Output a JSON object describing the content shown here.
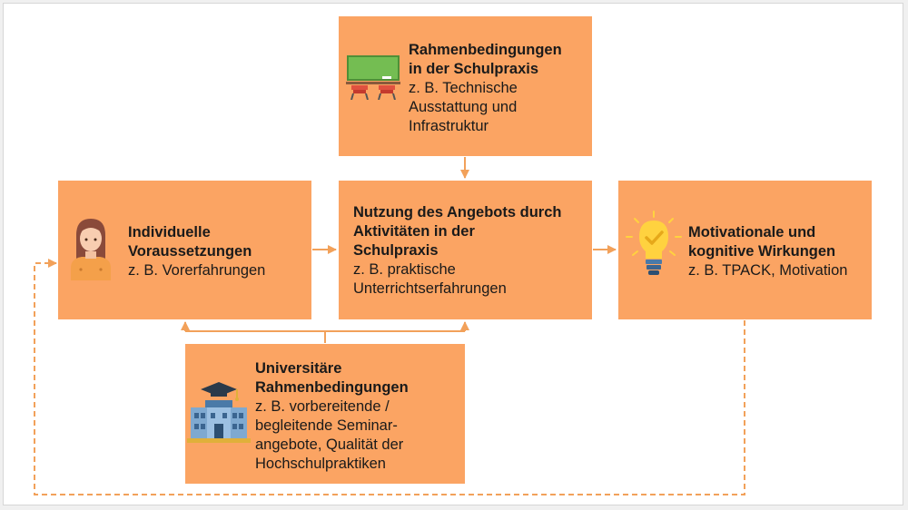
{
  "colors": {
    "box_fill": "#fba463",
    "connector": "#f2a15a",
    "text": "#1a1a1a"
  },
  "boxes": {
    "rahmen_schule": {
      "title": "Rahmenbedingungen\nin der Schulpraxis",
      "desc": "z. B. Technische\nAusstattung und\nInfrastruktur",
      "icon": "classroom-icon"
    },
    "individuell": {
      "title": "Individuelle\nVoraussetzungen",
      "desc": "z. B. Vorerfahrungen",
      "icon": "student-icon"
    },
    "nutzung": {
      "title": "Nutzung des Angebots durch\nAktivitäten in der\nSchulpraxis",
      "desc": "z. B. praktische\nUnterrichtserfahrungen"
    },
    "wirkungen": {
      "title": "Motivationale und\nkognitive Wirkungen",
      "desc": "z. B. TPACK, Motivation",
      "icon": "lightbulb-icon"
    },
    "uni": {
      "title": "Universitäre\nRahmenbedingungen",
      "desc": "z. B. vorbereitende /\nbegleitende Seminar-\nangebote, Qualität der\nHochschulpraktiken",
      "icon": "university-icon"
    }
  }
}
